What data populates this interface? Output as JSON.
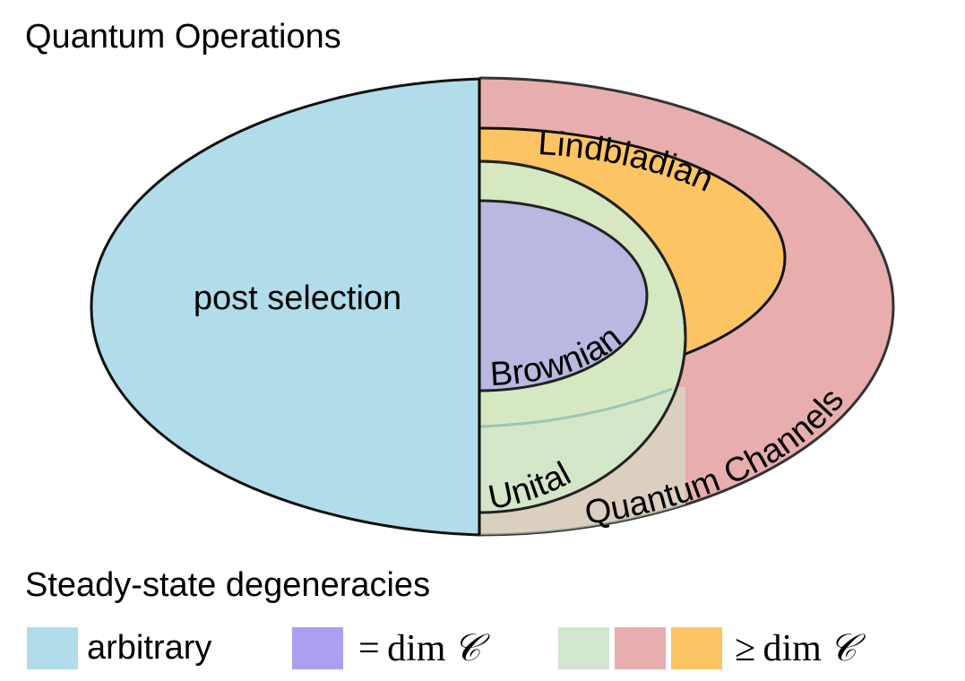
{
  "title": "Quantum Operations",
  "regions": {
    "post_selection": {
      "label": "post selection",
      "color": "#b0dde9"
    },
    "quantum_channels": {
      "label": "Quantum Channels",
      "color": "#e8aeae"
    },
    "lindbladian": {
      "label": "Lindbladian",
      "color": "#fdc463"
    },
    "unital": {
      "label": "Unital",
      "color": "#d5e8c2"
    },
    "brownian": {
      "label": "Brownian",
      "color": "#b9b8e0"
    }
  },
  "legend": {
    "title": "Steady-state degeneracies",
    "items": [
      {
        "label": "arbitrary",
        "swatches": [
          "#b0dde9"
        ]
      },
      {
        "label": "= dim 𝒞",
        "op": "=",
        "func": "dim",
        "symbol": "𝒞",
        "swatches": [
          "#ab9ff2"
        ]
      },
      {
        "label": "≥ dim 𝒞",
        "op": "≥",
        "func": "dim",
        "symbol": "𝒞",
        "swatches": [
          "#d2e6cf",
          "#e8aeae",
          "#fdc463"
        ]
      }
    ]
  }
}
